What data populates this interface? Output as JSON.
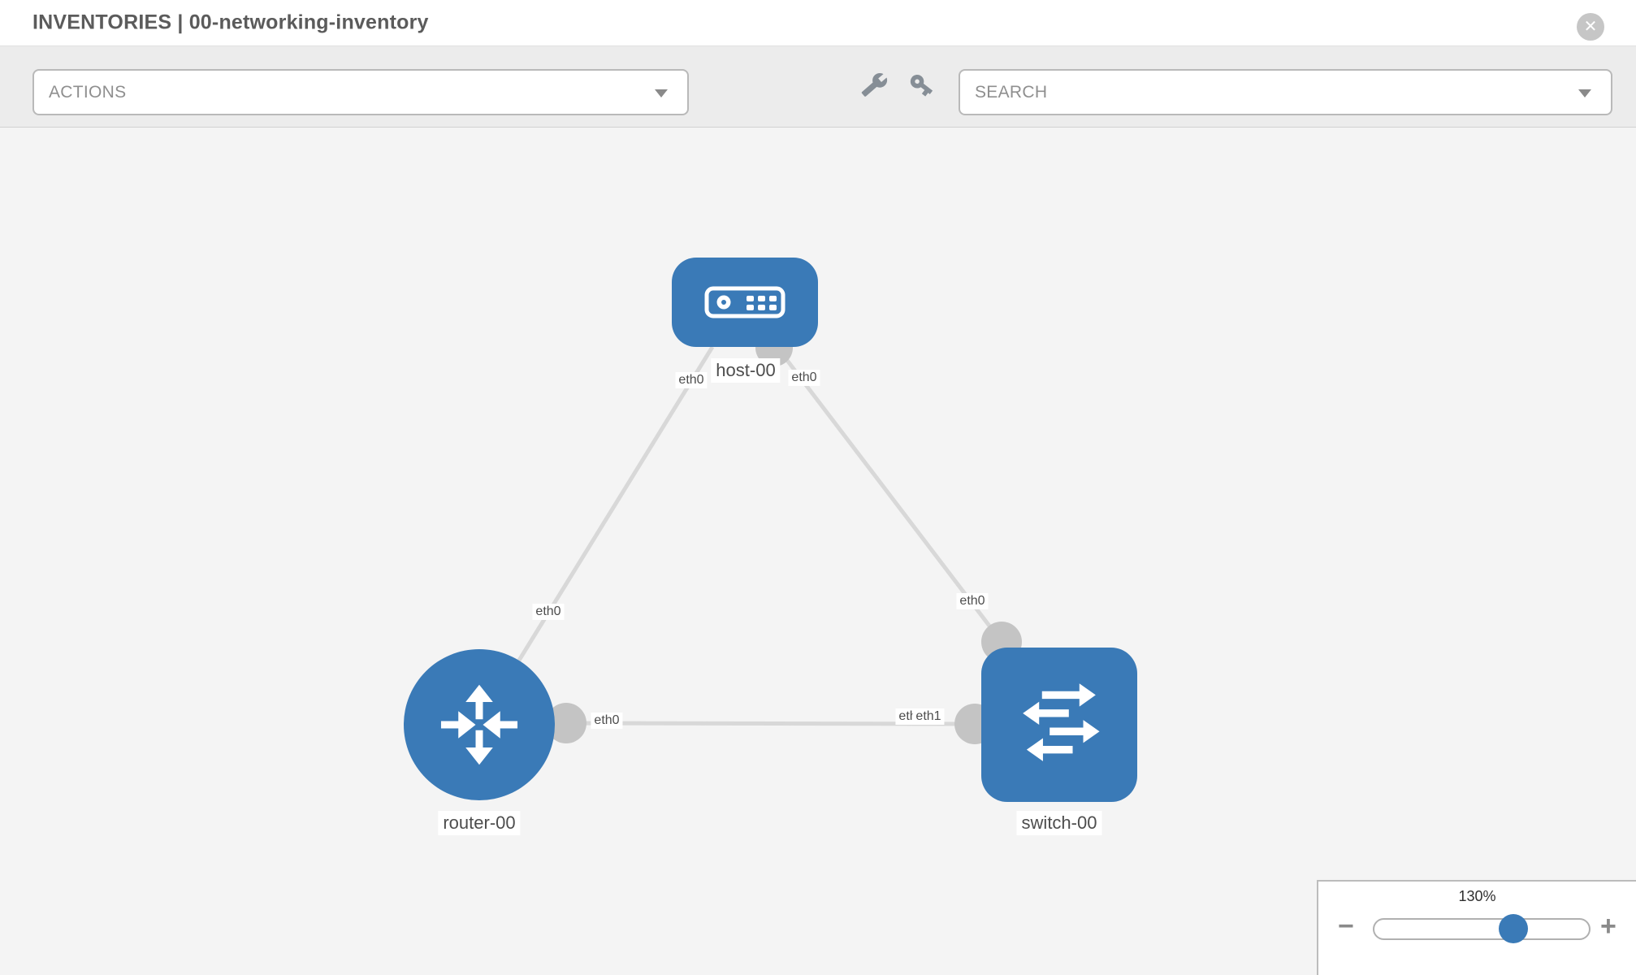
{
  "header": {
    "title": "INVENTORIES | 00-networking-inventory",
    "close_label": "✕"
  },
  "toolbar": {
    "actions_placeholder": "ACTIONS",
    "search_placeholder": "SEARCH"
  },
  "canvas": {
    "nodes": [
      {
        "id": "host-00",
        "type": "host",
        "label": "host-00"
      },
      {
        "id": "router-00",
        "type": "router",
        "label": "router-00"
      },
      {
        "id": "switch-00",
        "type": "switch",
        "label": "switch-00"
      }
    ],
    "links": [
      {
        "source": "host-00",
        "target": "router-00",
        "source_interface": "eth0",
        "target_interface": "eth0"
      },
      {
        "source": "host-00",
        "target": "switch-00",
        "source_interface": "eth0",
        "target_interface": "eth0"
      },
      {
        "source": "router-00",
        "target": "switch-00",
        "source_interface": "eth0",
        "target_interface": "eth1"
      }
    ],
    "interface_labels": {
      "host_left": "eth0",
      "host_right": "eth0",
      "host_router_link": "eth0",
      "router_right": "eth0",
      "switch_top": "eth0",
      "switch_left_back": "eth0",
      "switch_left_front": "eth1"
    }
  },
  "zoom_control": {
    "level_label": "130%",
    "percent": 130,
    "minus_label": "−",
    "plus_label": "+"
  },
  "colors": {
    "node_blue": "#3a7ab7",
    "link_gray": "#d8d8d8",
    "interface_gray": "#c4c4c4",
    "icon_gray": "#868e96"
  }
}
